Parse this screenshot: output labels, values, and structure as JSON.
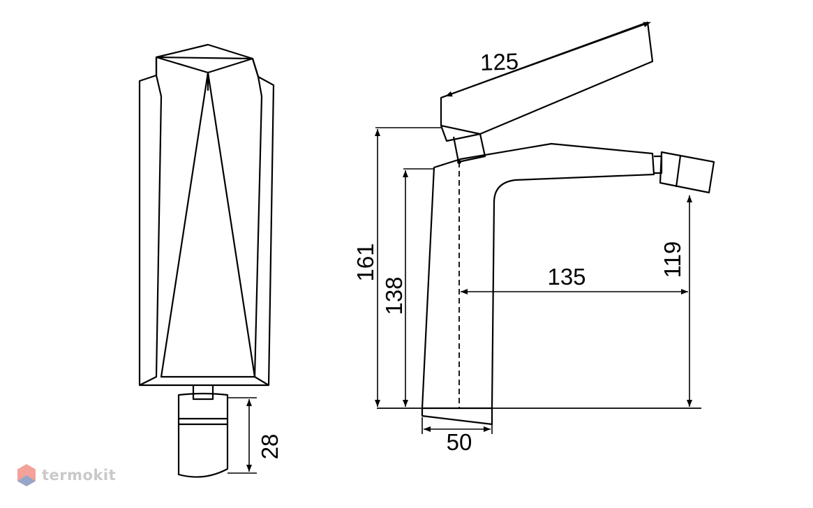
{
  "dimensions": {
    "handle_length": "125",
    "total_height": "161",
    "body_height": "138",
    "spout_reach": "135",
    "spout_height": "119",
    "base_width": "50",
    "side_base_height": "28"
  },
  "watermark": {
    "text": "termokit"
  },
  "colors": {
    "line": "#000000",
    "background": "#ffffff",
    "logo_red": "#f07a6e",
    "logo_blue": "#6fa8dc",
    "logo_text": "#c9c9c9"
  }
}
